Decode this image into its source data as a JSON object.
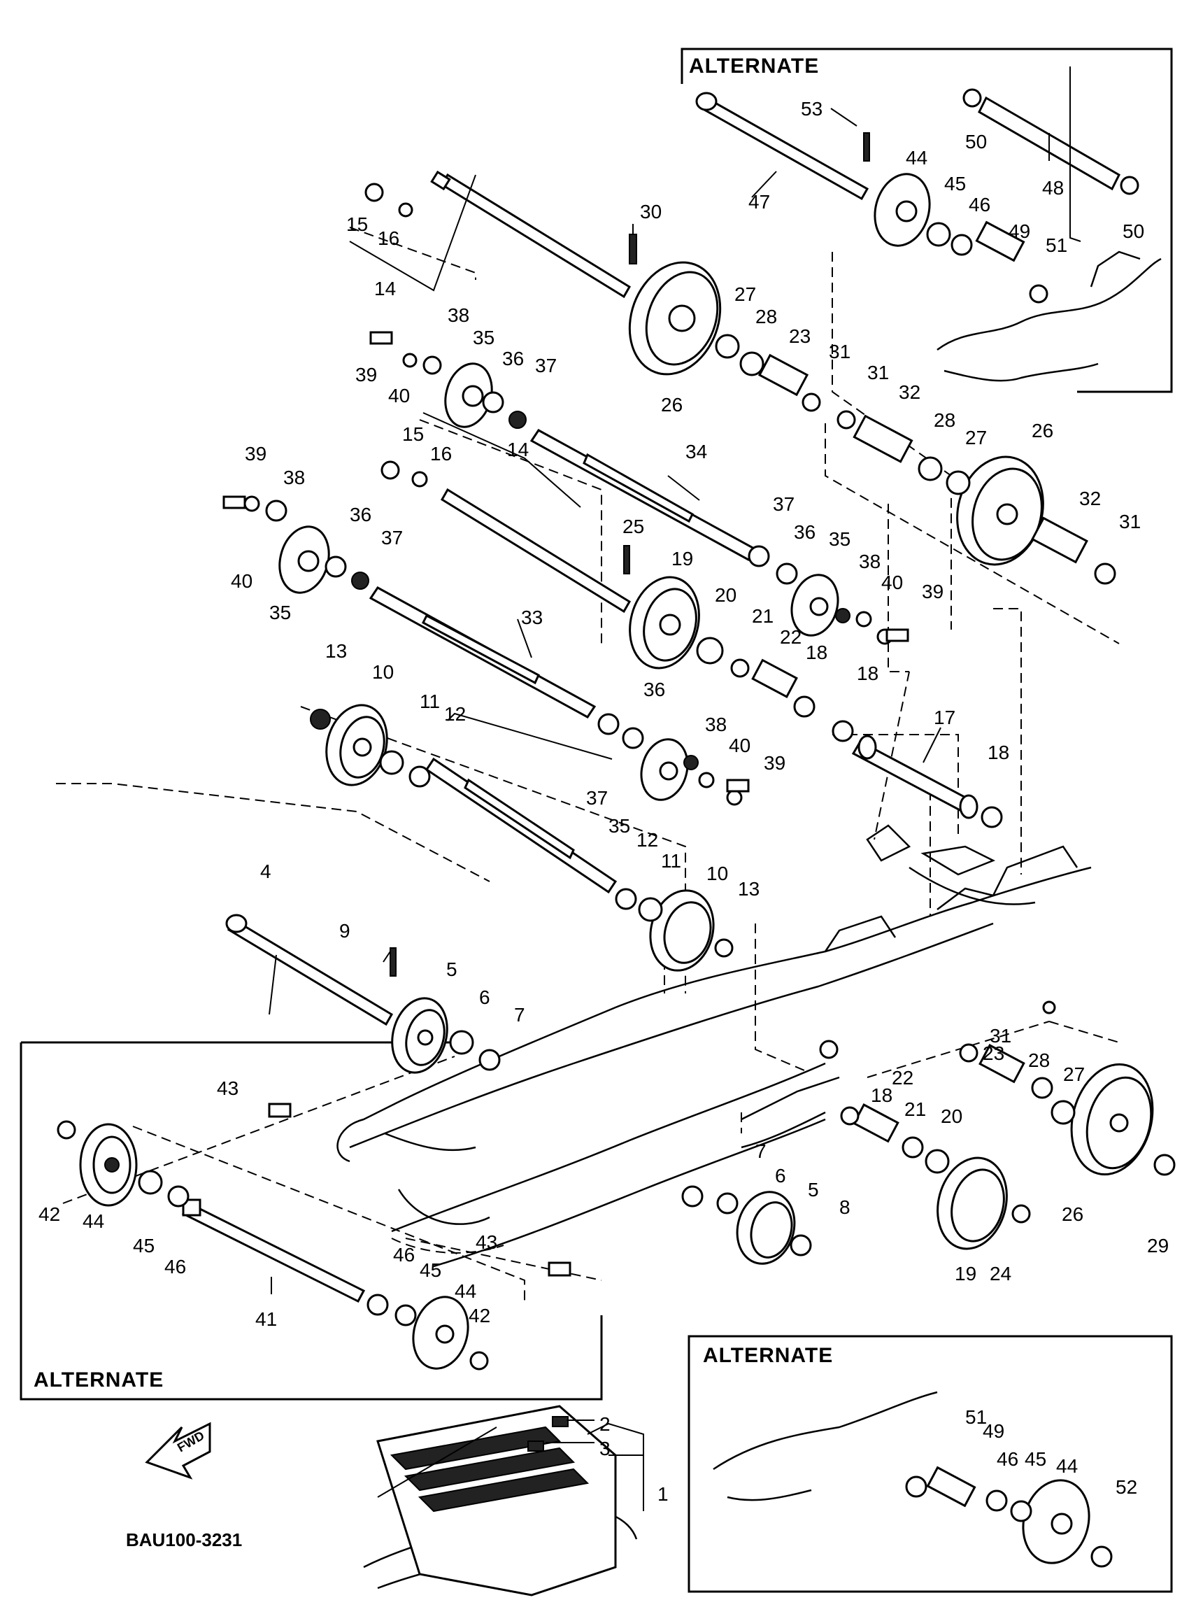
{
  "alternate_labels": {
    "top_right": "ALTERNATE",
    "bottom_left": "ALTERNATE",
    "bottom_right": "ALTERNATE"
  },
  "diagram_code": "BAU100-3231",
  "fwd_label": "FWD",
  "callouts": {
    "p1": "1",
    "p2": "2",
    "p3": "3",
    "p4": "4",
    "p5a": "5",
    "p5b": "5",
    "p6a": "6",
    "p6b": "6",
    "p7a": "7",
    "p7b": "7",
    "p8": "8",
    "p9": "9",
    "p10a": "10",
    "p10b": "10",
    "p11a": "11",
    "p11b": "11",
    "p12a": "12",
    "p12b": "12",
    "p13a": "13",
    "p13b": "13",
    "p14a": "14",
    "p14b": "14",
    "p15a": "15",
    "p15b": "15",
    "p16a": "16",
    "p16b": "16",
    "p17": "17",
    "p18a": "18",
    "p18b": "18",
    "p18c": "18",
    "p18d": "18",
    "p19a": "19",
    "p19b": "19",
    "p20a": "20",
    "p20b": "20",
    "p21a": "21",
    "p21b": "21",
    "p22a": "22",
    "p22b": "22",
    "p23a": "23",
    "p23b": "23",
    "p24": "24",
    "p25": "25",
    "p26a": "26",
    "p26b": "26",
    "p26c": "26",
    "p27a": "27",
    "p27b": "27",
    "p27c": "27",
    "p28a": "28",
    "p28b": "28",
    "p28c": "28",
    "p29": "29",
    "p30": "30",
    "p31a": "31",
    "p31b": "31",
    "p31c": "31",
    "p31d": "31",
    "p32a": "32",
    "p32b": "32",
    "p33": "33",
    "p34": "34",
    "p35a": "35",
    "p35b": "35",
    "p35c": "35",
    "p35d": "35",
    "p36a": "36",
    "p36b": "36",
    "p36c": "36",
    "p36d": "36",
    "p37a": "37",
    "p37b": "37",
    "p37c": "37",
    "p37d": "37",
    "p38a": "38",
    "p38b": "38",
    "p38c": "38",
    "p38d": "38",
    "p39a": "39",
    "p39b": "39",
    "p39c": "39",
    "p39d": "39",
    "p40a": "40",
    "p40b": "40",
    "p40c": "40",
    "p40d": "40",
    "p41": "41",
    "p42a": "42",
    "p42b": "42",
    "p43a": "43",
    "p43b": "43",
    "p44a": "44",
    "p44b": "44",
    "p44c": "44",
    "p44d": "44",
    "p45a": "45",
    "p45b": "45",
    "p45c": "45",
    "p45d": "45",
    "p46a": "46",
    "p46b": "46",
    "p46c": "46",
    "p46d": "46",
    "p47": "47",
    "p48": "48",
    "p49a": "49",
    "p49b": "49",
    "p50a": "50",
    "p50b": "50",
    "p51a": "51",
    "p51b": "51",
    "p52": "52",
    "p53": "53"
  }
}
